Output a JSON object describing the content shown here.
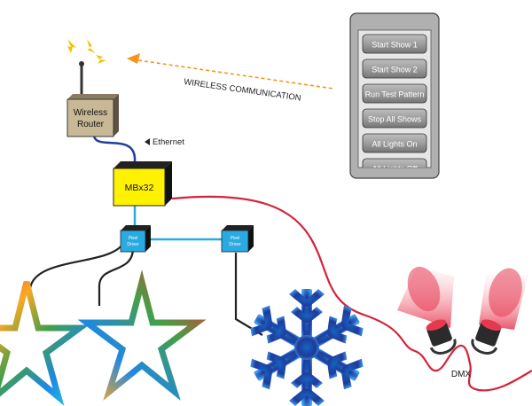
{
  "router": {
    "label_line1": "Wireless",
    "label_line2": "Router"
  },
  "wireless_label": "WIRELESS COMMUNICATION",
  "ethernet_label": "Ethernet",
  "controller": {
    "label": "MBx32"
  },
  "pixel_drivers": [
    {
      "label_line1": "Pixel",
      "label_line2": "Driver"
    },
    {
      "label_line1": "Pixel",
      "label_line2": "Driver"
    }
  ],
  "phone": {
    "buttons": [
      {
        "label": "Start Show 1"
      },
      {
        "label": "Start Show 2"
      },
      {
        "label": "Run Test Pattern"
      },
      {
        "label": "Stop All Shows"
      },
      {
        "label": "All Lights On"
      },
      {
        "label": "All Lights Off"
      }
    ]
  },
  "dmx_label": "DMX",
  "colors": {
    "controller": "#fff200",
    "pixel_driver": "#29abe2",
    "router": "#c8b896",
    "ethernet_cable": "#1f3f99",
    "dmx_cable": "#d4243c",
    "wireless_arrow": "#f7941d",
    "snowflake": "#1f3a9a"
  }
}
